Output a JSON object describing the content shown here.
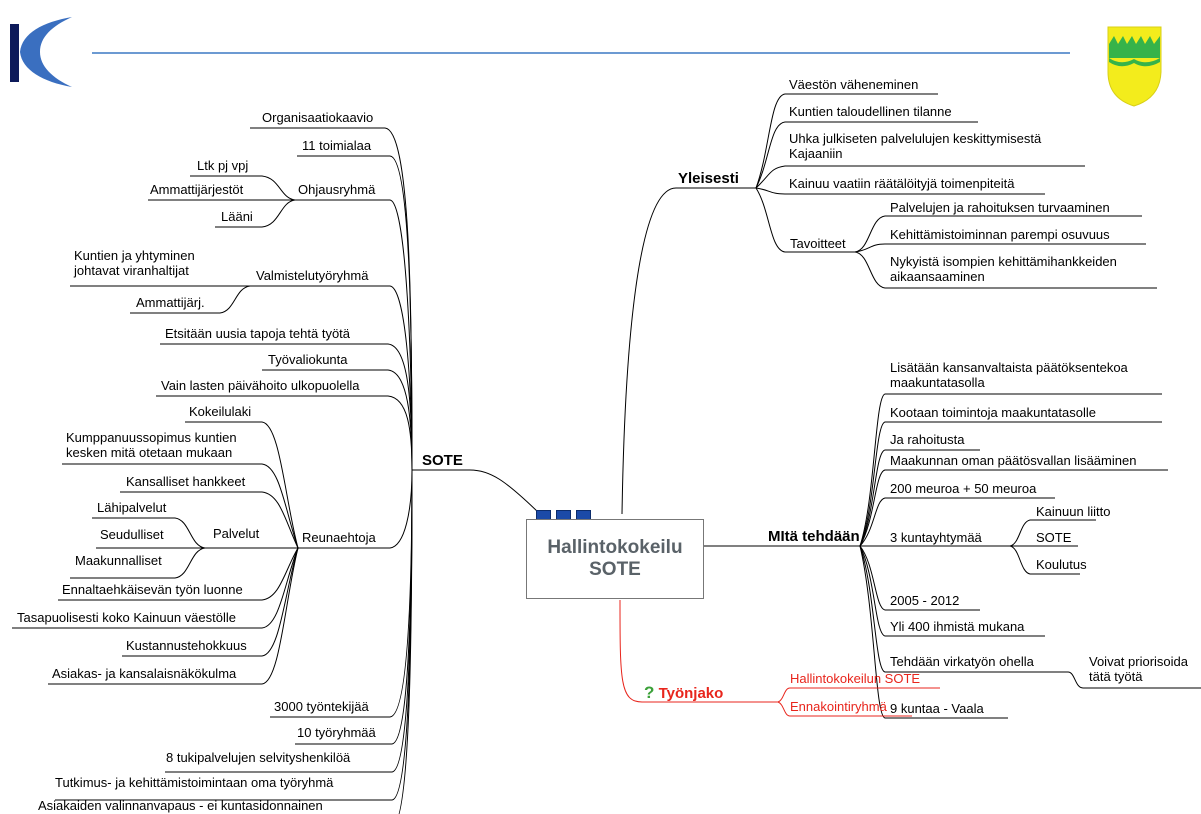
{
  "central_topic": {
    "line1": "Hallintokokeilu",
    "line2": "SOTE"
  },
  "branches": {
    "sote": {
      "label": "SOTE",
      "items": [
        "Organisaatiokaavio",
        "11 toimialaa",
        {
          "label": "Ohjausryhmä",
          "children": [
            "Ltk pj vpj",
            "Ammattijärjestöt",
            "Lääni"
          ]
        },
        {
          "label": "Valmistelutyöryhmä",
          "children": [
            [
              "Kuntien ja yhtyminen",
              "johtavat viranhaltijat"
            ],
            "Ammattijärj."
          ]
        },
        "Etsitään uusia tapoja tehtä työtä",
        "Työvaliokunta",
        "Vain lasten päivähoito ulkopuolella",
        {
          "label": "Reunaehtoja",
          "children": [
            "Kokeilulaki",
            [
              "Kumppanuussopimus kuntien",
              "kesken mitä otetaan mukaan"
            ],
            "Kansalliset hankkeet",
            {
              "label": "Palvelut",
              "children": [
                "Lähipalvelut",
                "Seudulliset",
                "Maakunnalliset"
              ]
            },
            "Ennaltaehkäisevän työn luonne",
            "Tasapuolisesti koko Kainuun väestölle",
            "Kustannustehokkuus",
            "Asiakas- ja kansalaisnäkökulma"
          ]
        },
        "3000 työntekijää",
        "10 työryhmää",
        "8 tukipalvelujen selvityshenkilöä",
        "Tutkimus- ja kehittämistoimintaan oma työryhmä",
        "Asiakaiden valinnanvapaus - ei kuntasidonnainen"
      ]
    },
    "yleisesti": {
      "label": "Yleisesti",
      "items": [
        "Väestön väheneminen",
        "Kuntien taloudellinen tilanne",
        [
          "Uhka julkiseten palvelulujen keskittymisestä",
          "Kajaaniin"
        ],
        "Kainuu vaatiin räätälöityjä toimenpiteitä",
        {
          "label": "Tavoitteet",
          "children": [
            "Palvelujen ja rahoituksen turvaaminen",
            "Kehittämistoiminnan parempi osuvuus",
            [
              "Nykyistä isompien kehittämihankkeiden",
              "aikaansaaminen"
            ]
          ]
        }
      ]
    },
    "mita_tehdaan": {
      "label": "MItä tehdään",
      "items": [
        [
          "Lisätään kansanvaltaista päätöksentekoa",
          "maakuntatasolla"
        ],
        "Kootaan toimintoja maakuntatasolle",
        "Ja rahoitusta",
        "Maakunnan oman päätösvallan lisääminen",
        "200 meuroa + 50 meuroa",
        {
          "label": "3 kuntayhtymää",
          "children": [
            "Kainuun liitto",
            "SOTE",
            "Koulutus"
          ]
        },
        "2005 - 2012",
        "Yli 400 ihmistä mukana",
        {
          "label": "Tehdään virkatyön ohella",
          "children": [
            [
              "Voivat priorisoida",
              "tätä työtä"
            ]
          ]
        },
        "9 kuntaa - Vaala"
      ]
    },
    "tyonjako": {
      "label": "Työnjako",
      "icon": "question-mark-icon",
      "items": [
        "Hallintokokeilun SOTE",
        "Ennakointiryhmä"
      ]
    }
  },
  "colors": {
    "line": "#000000",
    "red": "#e8251c",
    "header_rule": "#3b78c4",
    "logo_blue": "#3a6fc0",
    "logo_navy": "#0d1a5a",
    "crest_yellow": "#f3ec1c",
    "crest_green": "#36b34a",
    "node_square": "#1b4aa8"
  }
}
